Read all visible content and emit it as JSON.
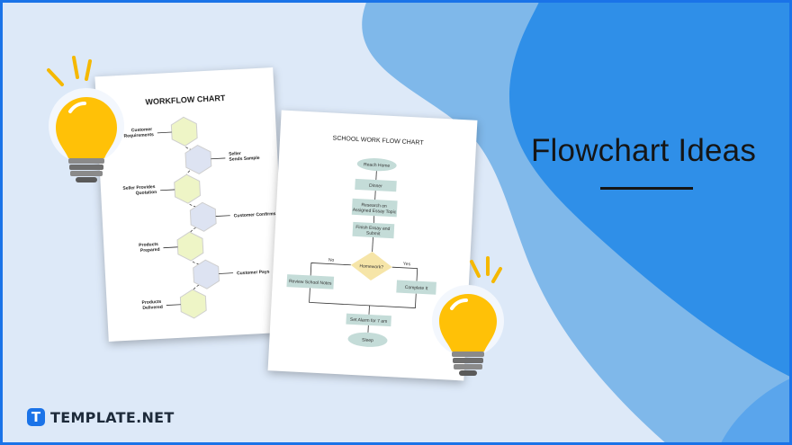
{
  "headline": "Flowchart Ideas",
  "brand": {
    "icon_letter": "T",
    "name": "TEMPLATE.NET"
  },
  "workflow_doc": {
    "title": "WORKFLOW CHART",
    "labels": {
      "customer_requirements": [
        "Customer",
        "Requirements"
      ],
      "seller_sends_sample": [
        "Seller",
        "Sends Sample"
      ],
      "seller_provides_quotation": [
        "Seller Provides",
        "Quotation"
      ],
      "customer_confirms": "Customer Confirms",
      "products_prepared": [
        "Products",
        "Prepared"
      ],
      "customer_pays": "Customer Pays",
      "products_delivered": [
        "Products",
        "Delivered"
      ]
    }
  },
  "school_doc": {
    "title": "SCHOOL WORK FLOW CHART",
    "nodes": {
      "reach_home": "Reach Home",
      "dinner": "Dinner",
      "research_topic": [
        "Research on",
        "Assigned Essay Topic"
      ],
      "finish_essay": [
        "Finish Essay and",
        "Submit"
      ],
      "homework": "Homework?",
      "no": "No",
      "yes": "Yes",
      "review_notes": "Review School Notes",
      "complete_it": "Complete It",
      "set_alarm": "Set Alarm for 7 am",
      "sleep": "Sleep"
    }
  },
  "colors": {
    "background": "#dde9f8",
    "wave_light": "#7fb8ea",
    "wave_dark": "#2f8fe8",
    "border": "#1a73e8",
    "hexagon_yellow": "#eef5c6",
    "hexagon_blue": "#dde3f2",
    "flow_box": "#c4dcd8",
    "decision": "#f6e5a8",
    "bulb": "#ffc107"
  },
  "icons": [
    "lightbulb-icon",
    "lightbulb-icon"
  ]
}
